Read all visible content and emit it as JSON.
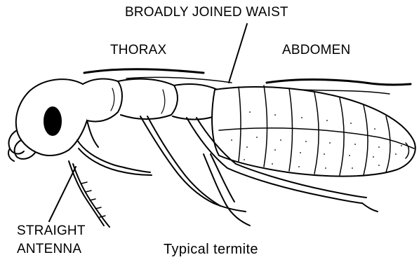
{
  "diagram": {
    "labels": {
      "waist": "BROADLY JOINED WAIST",
      "thorax": "THORAX",
      "abdomen": "ABDOMEN",
      "antenna_line1": "STRAIGHT",
      "antenna_line2": "ANTENNA"
    },
    "caption": "Typical termite",
    "colors": {
      "ink": "#000000",
      "paper": "#ffffff"
    }
  }
}
